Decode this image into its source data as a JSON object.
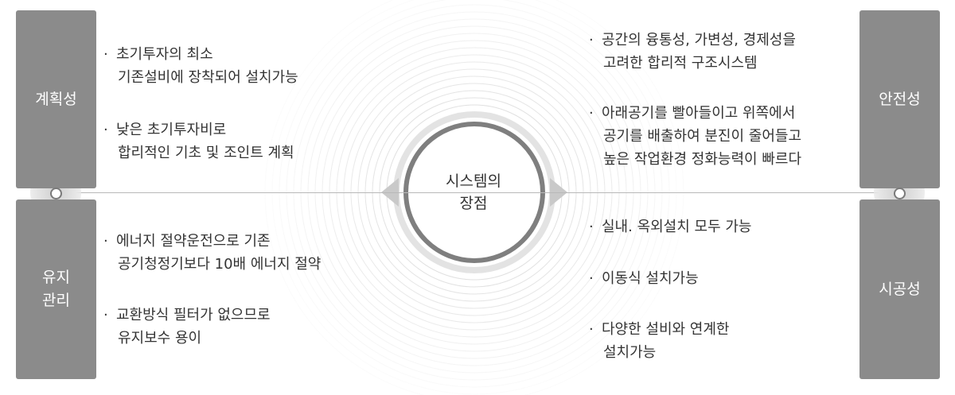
{
  "center": {
    "line1": "시스템의",
    "line2": "장점"
  },
  "boxes": {
    "top_left": "계획성",
    "bottom_left": "유지\n관리",
    "top_right": "안전성",
    "bottom_right": "시공성"
  },
  "bullet_symbol": "·",
  "planning": [
    {
      "line1": "초기투자의 최소",
      "line2": "기존설비에 장착되어 설치가능"
    },
    {
      "line1": "낮은 초기투자비로",
      "line2": "합리적인 기초 및 조인트 계획"
    }
  ],
  "maintenance": [
    {
      "line1": "에너지 절약운전으로 기존",
      "line2": "공기청정기보다 10배 에너지 절약"
    },
    {
      "line1": "교환방식 필터가 없으므로",
      "line2": "유지보수 용이"
    }
  ],
  "safety": [
    {
      "line1": "공간의 융통성, 가변성, 경제성을",
      "line2": "고려한 합리적 구조시스템"
    },
    {
      "line1": "아래공기를 빨아들이고 위쪽에서",
      "line2": "공기를 배출하여 분진이 줄어들고",
      "line3": "높은 작업환경 정화능력이 빠르다"
    }
  ],
  "construction": [
    {
      "line1": "실내. 옥외설치 모두 가능"
    },
    {
      "line1": "이동식 설치가능"
    },
    {
      "line1": "다양한 설비와 연계한",
      "line2": "설치가능"
    }
  ]
}
